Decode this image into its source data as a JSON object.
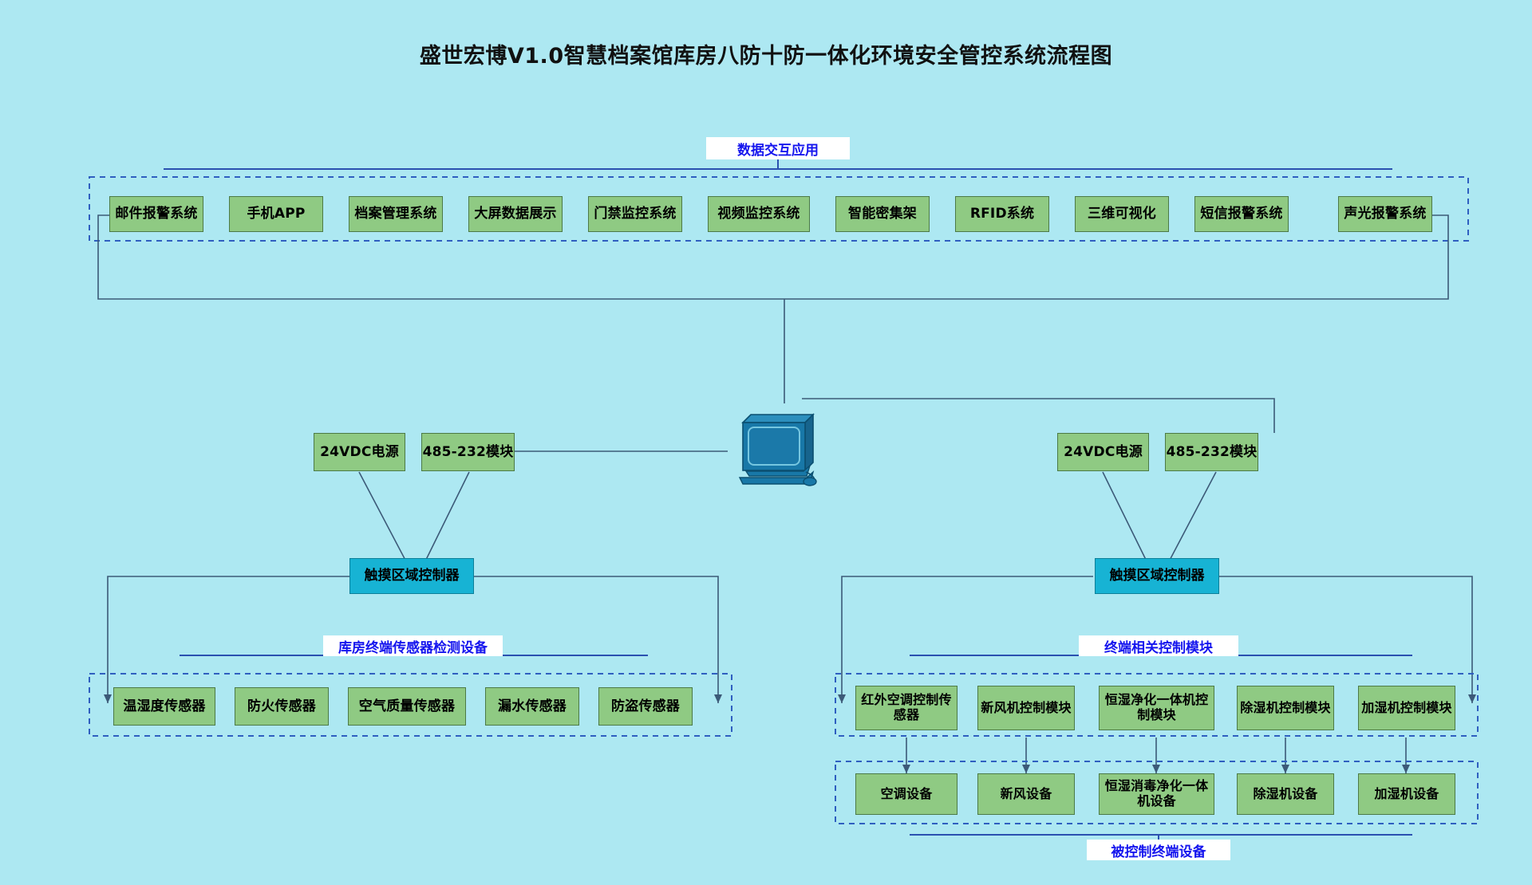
{
  "page": {
    "title": "盛世宏博V1.0智慧档案馆库房八防十防一体化环境安全管控系统流程图",
    "background_color": "#ade8f2",
    "green_box_color": "#8fca83",
    "cyan_box_color": "#17b3d4",
    "caption_text_color": "#1515ee",
    "connector_color": "#3b6ea5"
  },
  "captions": {
    "data_interaction": "数据交互应用",
    "warehouse_sensors": "库房终端传感器检测设备",
    "terminal_control_modules": "终端相关控制模块",
    "controlled_terminal_devices": "被控制终端设备"
  },
  "applications": {
    "items": [
      {
        "label": "邮件报警系统"
      },
      {
        "label": "手机APP"
      },
      {
        "label": "档案管理系统"
      },
      {
        "label": "大屏数据展示"
      },
      {
        "label": "门禁监控系统"
      },
      {
        "label": "视频监控系统"
      },
      {
        "label": "智能密集架"
      },
      {
        "label": "RFID系统"
      },
      {
        "label": "三维可视化"
      },
      {
        "label": "短信报警系统"
      },
      {
        "label": "声光报警系统"
      }
    ]
  },
  "center": {
    "computer_icon": "desktop-computer-icon"
  },
  "left_branch": {
    "power": "24VDC电源",
    "converter": "485-232模块",
    "controller": "触摸区域控制器",
    "sensors": [
      {
        "label": "温湿度传感器"
      },
      {
        "label": "防火传感器"
      },
      {
        "label": "空气质量传感器"
      },
      {
        "label": "漏水传感器"
      },
      {
        "label": "防盗传感器"
      }
    ]
  },
  "right_branch": {
    "power": "24VDC电源",
    "converter": "485-232模块",
    "controller": "触摸区域控制器",
    "control_modules": [
      {
        "label": "红外空调控制传感器"
      },
      {
        "label": "新风机控制模块"
      },
      {
        "label": "恒湿净化一体机控制模块"
      },
      {
        "label": "除湿机控制模块"
      },
      {
        "label": "加湿机控制模块"
      }
    ],
    "devices": [
      {
        "label": "空调设备"
      },
      {
        "label": "新风设备"
      },
      {
        "label": "恒湿消毒净化一体机设备"
      },
      {
        "label": "除湿机设备"
      },
      {
        "label": "加湿机设备"
      }
    ]
  }
}
